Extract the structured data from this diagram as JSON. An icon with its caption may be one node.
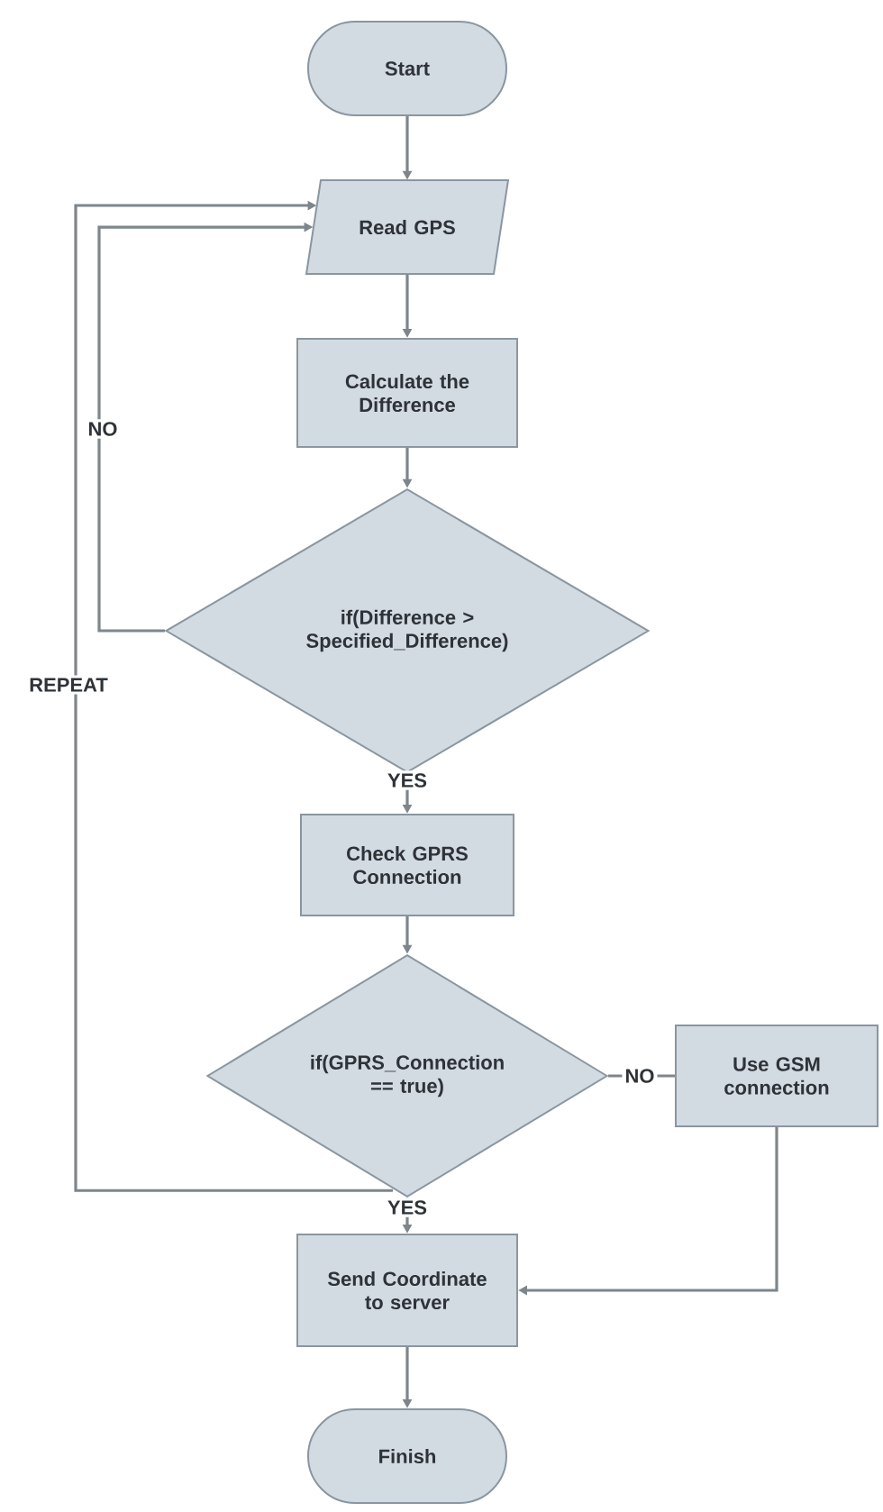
{
  "diagram": {
    "nodes": [
      {
        "text": [
          "Start"
        ]
      },
      {
        "text": [
          "Read GPS"
        ]
      },
      {
        "text": [
          "Calculate the Difference"
        ]
      },
      {
        "text": [
          "if(Difference > Specified_Difference)"
        ]
      },
      {
        "text": [
          "Check GPRS Connection"
        ]
      },
      {
        "text": [
          "if(GPRS_Connection == true)"
        ]
      },
      {
        "text": [
          "Use GSM connection"
        ]
      },
      {
        "text": [
          "Send Coordinate to server"
        ]
      },
      {
        "text": [
          "Finish"
        ]
      }
    ],
    "edges": [
      {
        "from": 0,
        "to": 1,
        "arrow": "to"
      },
      {
        "from": 1,
        "to": 2,
        "arrow": "to"
      },
      {
        "from": 2,
        "to": 3,
        "arrow": "to"
      },
      {
        "from": 3,
        "to": 1,
        "arrow": "to",
        "label": "NO"
      },
      {
        "from": 3,
        "to": 4,
        "arrow": "to",
        "label": "YES"
      },
      {
        "from": 4,
        "to": 5,
        "arrow": "to"
      },
      {
        "from": 5,
        "to": 1,
        "arrow": "to",
        "label": "REPEAT"
      },
      {
        "from": 5,
        "to": 6,
        "arrow": "none",
        "label": "NO"
      },
      {
        "from": 5,
        "to": 7,
        "arrow": "to",
        "label": "YES"
      },
      {
        "from": 6,
        "to": 7,
        "arrow": "to"
      },
      {
        "from": 7,
        "to": 8,
        "arrow": "to"
      }
    ]
  }
}
